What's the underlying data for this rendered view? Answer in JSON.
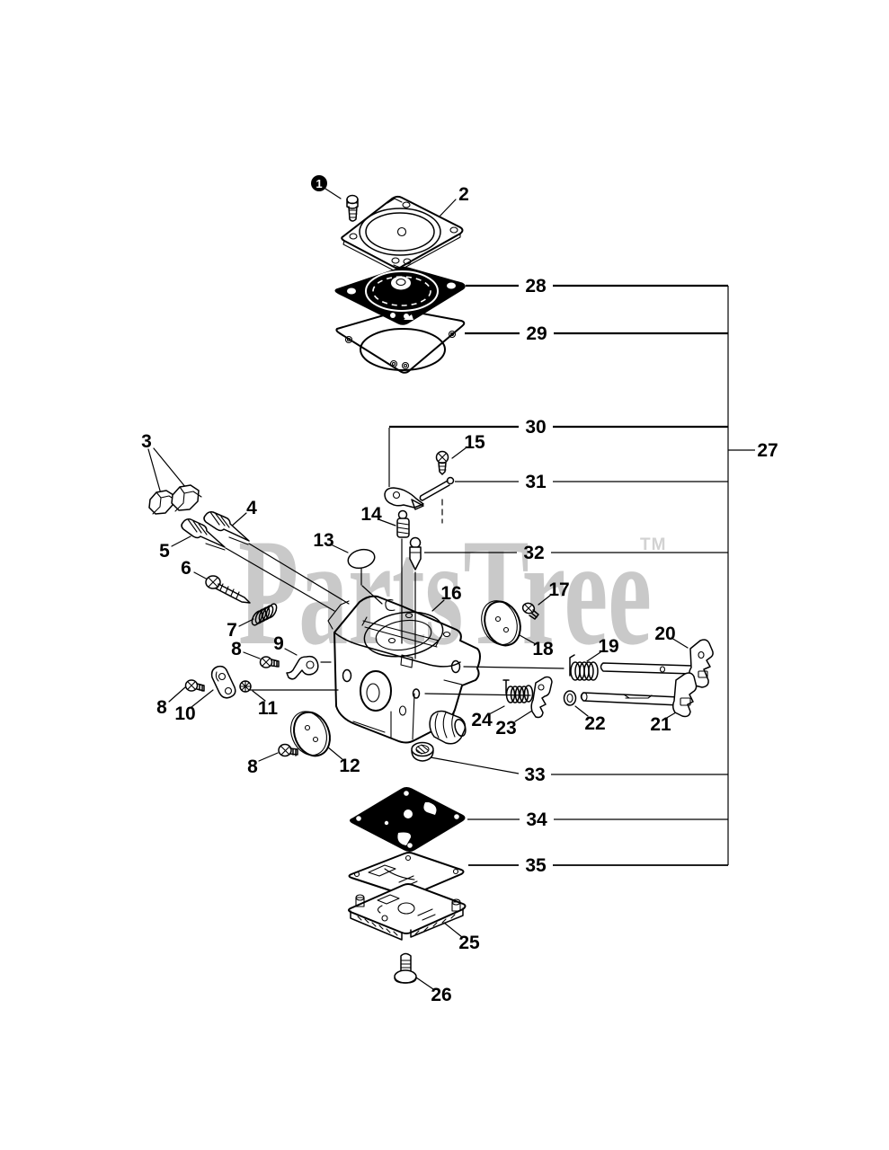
{
  "diagram": {
    "watermark": {
      "text": "PartsTree",
      "tm": "TM"
    },
    "colors": {
      "line": "#000000",
      "background": "#ffffff",
      "dark_part_fill": "#000000",
      "watermark": "#c9c9c9",
      "watermark_tm": "#d2d2d2",
      "balloon_fill": "#000000",
      "balloon_text": "#ffffff"
    },
    "callouts": [
      {
        "label": "1",
        "kind": "balloon"
      },
      {
        "label": "2",
        "kind": "plain"
      },
      {
        "label": "3",
        "kind": "plain"
      },
      {
        "label": "4",
        "kind": "plain"
      },
      {
        "label": "5",
        "kind": "plain"
      },
      {
        "label": "6",
        "kind": "plain"
      },
      {
        "label": "7",
        "kind": "plain"
      },
      {
        "label": "8",
        "kind": "plain"
      },
      {
        "label": "9",
        "kind": "plain"
      },
      {
        "label": "8",
        "kind": "plain"
      },
      {
        "label": "10",
        "kind": "plain"
      },
      {
        "label": "11",
        "kind": "plain"
      },
      {
        "label": "8",
        "kind": "plain"
      },
      {
        "label": "12",
        "kind": "plain"
      },
      {
        "label": "13",
        "kind": "plain"
      },
      {
        "label": "14",
        "kind": "plain"
      },
      {
        "label": "15",
        "kind": "plain"
      },
      {
        "label": "16",
        "kind": "plain"
      },
      {
        "label": "17",
        "kind": "plain"
      },
      {
        "label": "18",
        "kind": "plain"
      },
      {
        "label": "19",
        "kind": "plain"
      },
      {
        "label": "20",
        "kind": "plain"
      },
      {
        "label": "21",
        "kind": "plain"
      },
      {
        "label": "22",
        "kind": "plain"
      },
      {
        "label": "23",
        "kind": "plain"
      },
      {
        "label": "24",
        "kind": "plain"
      },
      {
        "label": "25",
        "kind": "plain"
      },
      {
        "label": "26",
        "kind": "plain"
      },
      {
        "label": "27",
        "kind": "inline"
      },
      {
        "label": "28",
        "kind": "inline"
      },
      {
        "label": "29",
        "kind": "inline"
      },
      {
        "label": "30",
        "kind": "inline"
      },
      {
        "label": "31",
        "kind": "inline"
      },
      {
        "label": "32",
        "kind": "inline"
      },
      {
        "label": "33",
        "kind": "inline"
      },
      {
        "label": "34",
        "kind": "inline"
      },
      {
        "label": "35",
        "kind": "inline"
      }
    ]
  }
}
